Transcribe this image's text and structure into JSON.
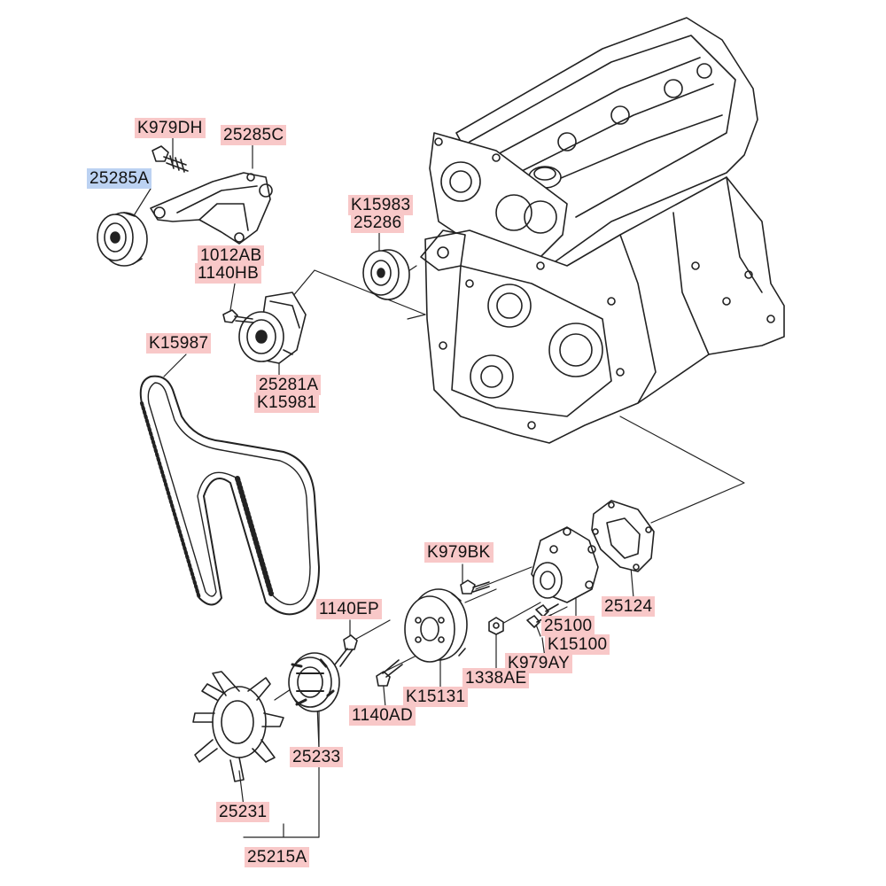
{
  "diagram": {
    "colors": {
      "label_bg": "#f8c8c8",
      "label_bg_selected": "#bcd2f2",
      "line": "#222222"
    },
    "labels": {
      "k979dh": "K979DH",
      "p25285c": "25285C",
      "p25285a": "25285A",
      "k15983": "K15983",
      "p25286": "25286",
      "p1012ab": "1012AB",
      "p1140hb": "1140HB",
      "k15987": "K15987",
      "p25281a": "25281A",
      "k15981": "K15981",
      "k979bk": "K979BK",
      "p1140ep": "1140EP",
      "p25124": "25124",
      "p25100": "25100",
      "k15100": "K15100",
      "k979ay": "K979AY",
      "p1338ae": "1338AE",
      "k15131": "K15131",
      "p1140ad": "1140AD",
      "p25233": "25233",
      "p25231": "25231",
      "p25215a": "25215A"
    }
  }
}
